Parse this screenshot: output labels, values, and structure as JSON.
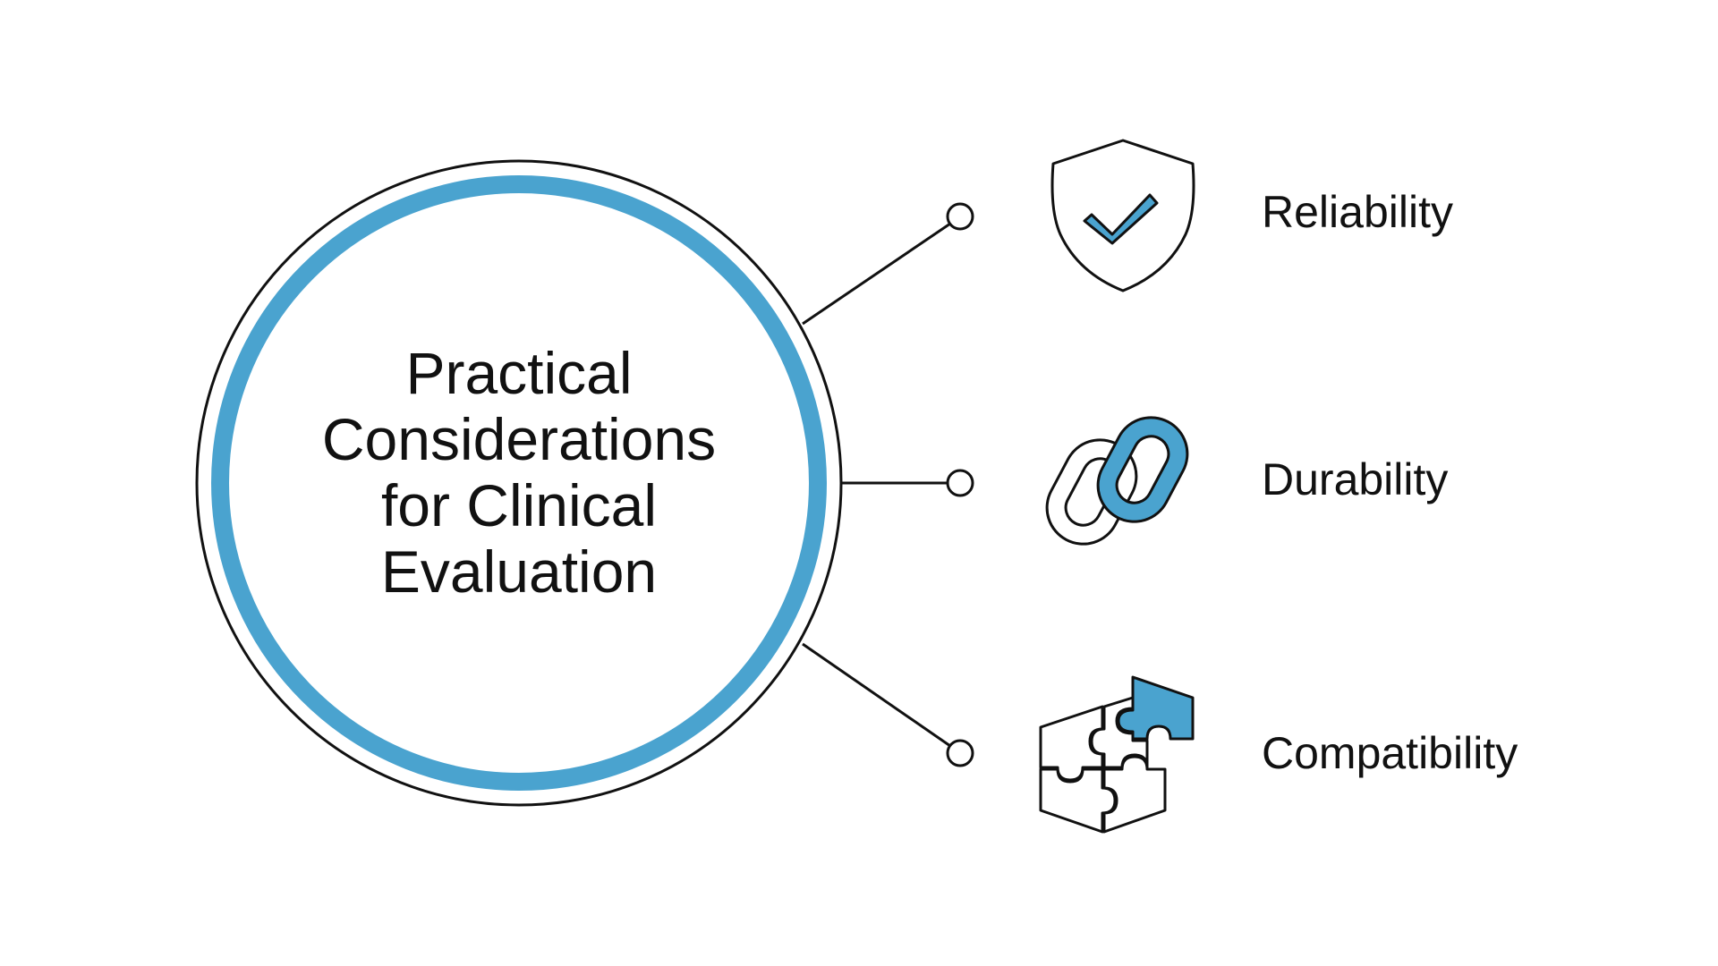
{
  "center": {
    "title_lines": [
      "Practical",
      "Considerations",
      "for Clinical",
      "Evaluation"
    ]
  },
  "items": [
    {
      "label": "Reliability",
      "icon": "shield-check-icon"
    },
    {
      "label": "Durability",
      "icon": "chain-link-icon"
    },
    {
      "label": "Compatibility",
      "icon": "puzzle-pieces-icon"
    }
  ],
  "colors": {
    "accent": "#4aa3cf",
    "stroke": "#111111",
    "background": "#ffffff"
  }
}
